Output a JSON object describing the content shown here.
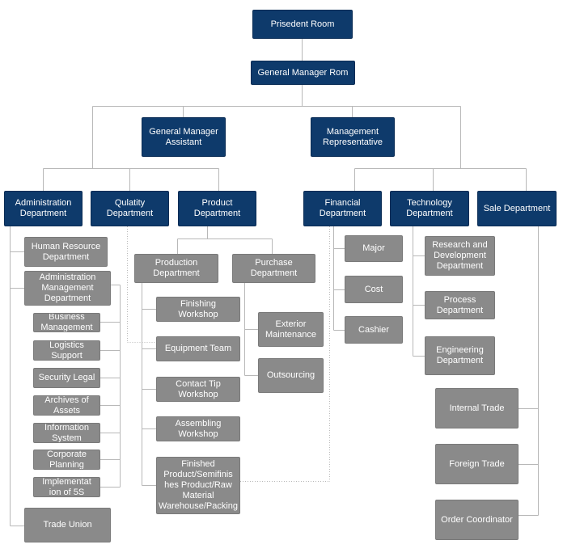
{
  "nodes": {
    "president": "Prisedent Room",
    "gm": "General Manager Rom",
    "gm_assistant": "General Manager Assistant",
    "mgmt_rep": "Management Representative",
    "administration": "Administration Department",
    "quality": "Qulatity Department",
    "product": "Product Department",
    "financial": "Financial Department",
    "technology": "Technology Department",
    "sale": "Sale Department",
    "hr": "Human Resource Department",
    "admin_mgmt": "Administration Management Department",
    "business_mgmt": "Business Management",
    "logistics": "Logistics Support",
    "security": "Security Legal",
    "archives": "Archives of Assets",
    "info_system": "Information System",
    "corp_planning": "Corporate Planning",
    "implementation": "Implementat ion of 5S",
    "trade_union": "Trade Union",
    "production": "Production Department",
    "purchase": "Purchase Department",
    "finishing": "Finishing Workshop",
    "equipment": "Equipment Team",
    "contact_tip": "Contact Tip Workshop",
    "assembling": "Assembling Workshop",
    "warehouse": "Finished Product/Semifinis hes Product/Raw Material Warehouse/Packing",
    "exterior": "Exterior Maintenance",
    "outsourcing": "Outsourcing",
    "major": "Major",
    "cost": "Cost",
    "cashier": "Cashier",
    "rnd": "Research and Development Department",
    "process": "Process Department",
    "engineering": "Engineering Department",
    "internal_trade": "Internal Trade",
    "foreign_trade": "Foreign Trade",
    "order_coord": "Order Coordinator"
  },
  "colors": {
    "primary": "#0e3a6b",
    "secondary": "#8a8a8a",
    "connector": "#b8b8b8"
  }
}
